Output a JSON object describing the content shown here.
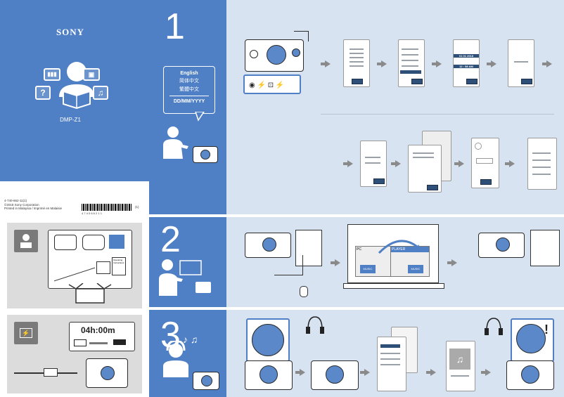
{
  "cover": {
    "brand": "SONY",
    "model": "DMP-Z1",
    "icons": [
      "battery-icon",
      "briefcase-icon",
      "question-icon",
      "music-note-icon"
    ]
  },
  "step1": {
    "number": "1",
    "languages": [
      "English",
      "简体中文",
      "繁體中文"
    ],
    "date_format": "DD/MM/YYYY",
    "time_display": "12 : 58 AM",
    "date_display": "01  01  2018"
  },
  "step2": {
    "number": "2",
    "pc_label": "PC",
    "player_label": "PLAYER",
    "music_label": "MUSIC",
    "music_label_2": "MUSIC"
  },
  "step3": {
    "number": "3"
  },
  "back": {
    "part_no": "4-740-662-11(1)",
    "copyright": "©2018 Sony Corporation",
    "printed": "Printed in Malaysia / Imprimé en Malaisie",
    "barcode_digits": "4   7 4 0 6 6 2 1 1",
    "barcode_suffix": "(1)",
    "operating_label": "Operating\nInstructions",
    "charge_time": "04h:00m"
  },
  "colors": {
    "primary_blue": "#4f7fc4",
    "light_blue": "#d7e3f1",
    "panel_grey": "#dcdcdc",
    "dark_grey": "#7a7a7a"
  }
}
